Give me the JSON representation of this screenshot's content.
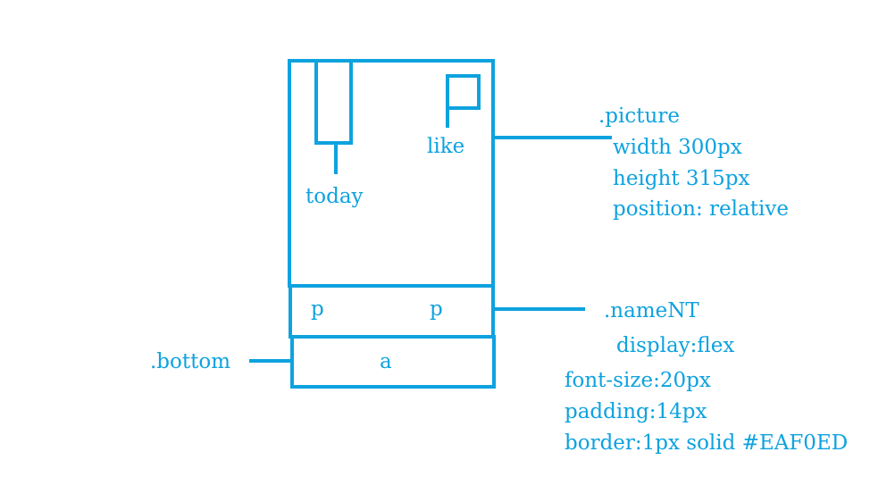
{
  "colors": {
    "stroke": "#0EA2DF",
    "text": "#0EA2DF",
    "background": "#ffffff"
  },
  "inner_labels": {
    "today": "today",
    "like": "like",
    "name_left": "p",
    "name_right": "p",
    "bottom_link": "a"
  },
  "picture_note": {
    "selector": ".picture",
    "lines": [
      "width 300px",
      "height 315px",
      "position: relative"
    ]
  },
  "name_note": {
    "selector": ".nameNT",
    "lines": [
      "display:flex",
      "font-size:20px",
      "padding:14px",
      "border:1px solid #EAF0ED"
    ]
  },
  "bottom_note": {
    "selector": ".bottom"
  }
}
